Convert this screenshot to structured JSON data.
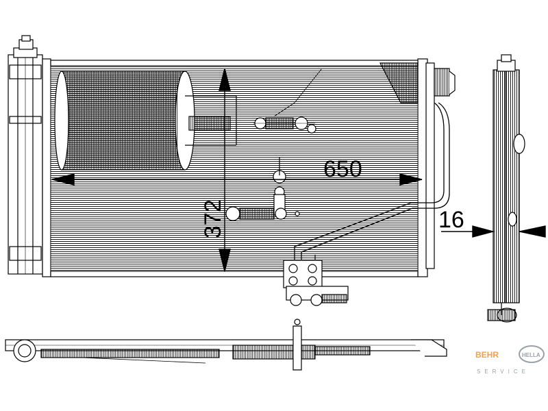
{
  "dimensions": {
    "width": "650",
    "height": "372",
    "depth": "16"
  },
  "brand": {
    "behr": "BEHR",
    "hella": "HELLA",
    "service": "SERVICE",
    "behr_color": "#f0a050",
    "hella_color": "#9aa0a8"
  },
  "icons": {
    "condenser_front": "condenser-front-view",
    "condenser_side": "condenser-side-view",
    "condenser_top": "condenser-top-view"
  }
}
